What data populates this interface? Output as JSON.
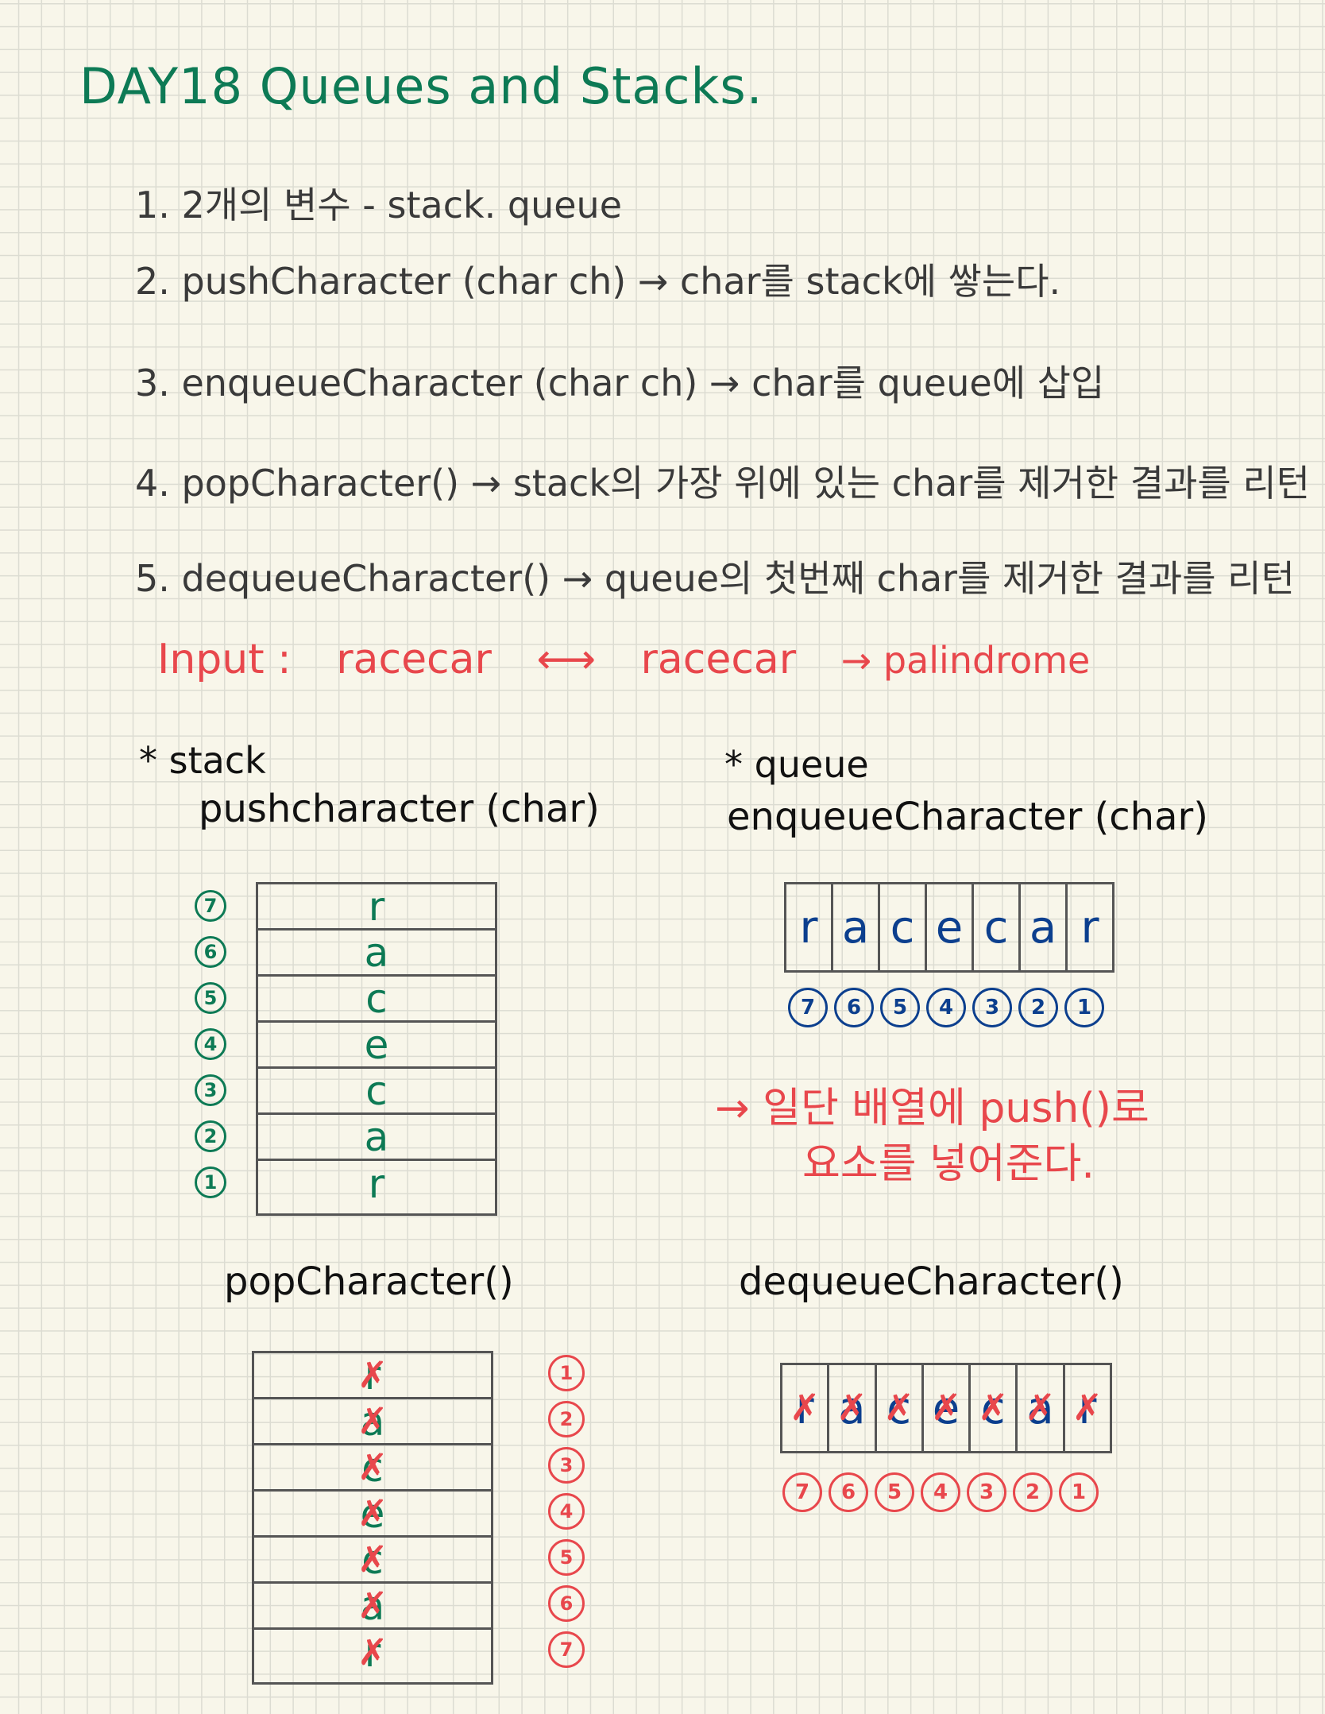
{
  "title": "DAY18 Queues and Stacks.",
  "steps": [
    "1. 2개의 변수 - stack. queue",
    "2. pushCharacter (char ch) → char를 stack에 쌓는다.",
    "3. enqueueCharacter (char ch) → char를 queue에 삽입",
    "4. popCharacter() → stack의 가장 위에 있는 char를 제거한 결과를 리턴",
    "5. dequeueCharacter() → queue의 첫번째 char를 제거한 결과를 리턴"
  ],
  "input": {
    "label": "Input :",
    "word": "racecar",
    "arrow": "⟷",
    "reversed": "racecar",
    "result": "→ palindrome"
  },
  "stack_section": {
    "heading": "* stack",
    "push_label": "pushcharacter (char)",
    "pop_label": "popCharacter()",
    "cells_top_to_bottom": [
      "r",
      "a",
      "c",
      "e",
      "c",
      "a",
      "r"
    ],
    "push_order_top_to_bottom": [
      "7",
      "6",
      "5",
      "4",
      "3",
      "2",
      "1"
    ],
    "pop_order_top_to_bottom": [
      "1",
      "2",
      "3",
      "4",
      "5",
      "6",
      "7"
    ]
  },
  "queue_section": {
    "heading": "* queue",
    "enqueue_label": "enqueueCharacter (char)",
    "dequeue_label": "dequeueCharacter()",
    "cells": [
      "r",
      "a",
      "c",
      "e",
      "c",
      "a",
      "r"
    ],
    "enqueue_order": [
      "7",
      "6",
      "5",
      "4",
      "3",
      "2",
      "1"
    ],
    "dequeue_order": [
      "7",
      "6",
      "5",
      "4",
      "3",
      "2",
      "1"
    ]
  },
  "note": [
    "→ 일단 배열에 push()로",
    "요소를 넣어준다."
  ],
  "colors": {
    "title": "#0d7a55",
    "stack": "#0d7a55",
    "queue": "#0c3f8e",
    "highlight": "#e8474c",
    "text": "#3a3a3a"
  }
}
